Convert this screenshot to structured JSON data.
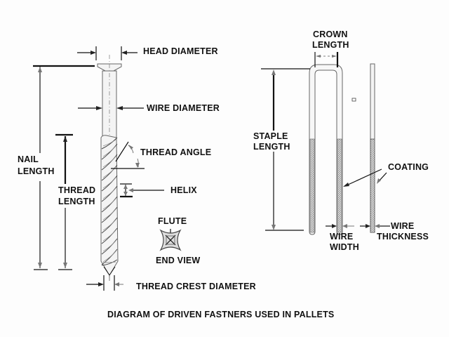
{
  "diagram": {
    "title": "DIAGRAM OF DRIVEN FASTNERS USED IN PALLETS",
    "nail": {
      "labels": {
        "head_diameter": "HEAD DIAMETER",
        "wire_diameter": "WIRE DIAMETER",
        "thread_angle": "THREAD ANGLE",
        "helix": "HELIX",
        "nail_length": [
          "NAIL",
          "LENGTH"
        ],
        "thread_length": [
          "THREAD",
          "LENGTH"
        ],
        "flute": "FLUTE",
        "end_view": "END VIEW",
        "thread_crest_diameter": "THREAD CREST DIAMETER"
      }
    },
    "staple": {
      "labels": {
        "crown_length": [
          "CROWN",
          "LENGTH"
        ],
        "staple_length": [
          "STAPLE",
          "LENGTH"
        ],
        "coating": "COATING",
        "wire_width": [
          "WIRE",
          "WIDTH"
        ],
        "wire_thickness": [
          "WIRE",
          "THICKNESS"
        ]
      }
    }
  }
}
